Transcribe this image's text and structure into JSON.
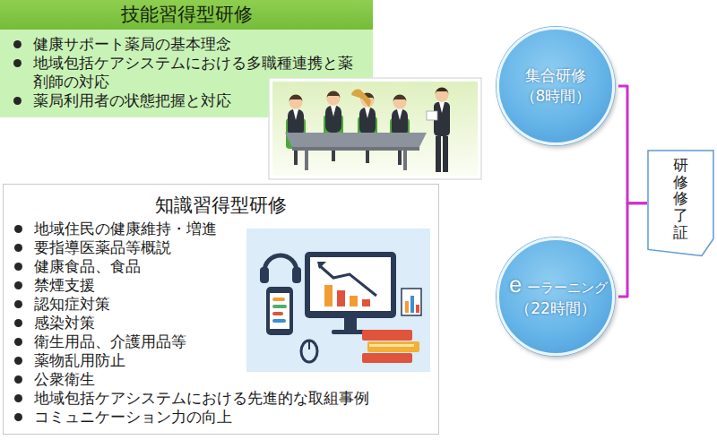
{
  "diagram": {
    "nodes": [
      {
        "text": [
          "技能習得型研修",
          "健康サポート薬局の基本理念",
          "地域包括ケアシステムにおける多職種連携と薬剤師の対応",
          "薬局利用者の状態把握と対応"
        ]
      },
      {
        "text": [
          "知識習得型研修",
          "地域住民の健康維持・増進",
          "要指導医薬品等概説",
          "健康食品、食品",
          "禁煙支援",
          "認知症対策",
          "感染対策",
          "衛生用品、介護用品等",
          "薬物乱用防止",
          "公衆衛生",
          "地域包括ケアシステムにおける先進的な取組事例",
          "コミュニケーション力の向上"
        ]
      },
      {
        "text": [
          "集合研修",
          "（8時間）"
        ]
      },
      {
        "text": [
          "ｅーラーニング",
          "（22時間）"
        ]
      },
      {
        "text": [
          "研修修了証"
        ]
      }
    ],
    "edges": [
      {
        "from": 2,
        "to": 4,
        "arrow": "none"
      },
      {
        "from": 3,
        "to": 4,
        "arrow": "none"
      }
    ]
  }
}
